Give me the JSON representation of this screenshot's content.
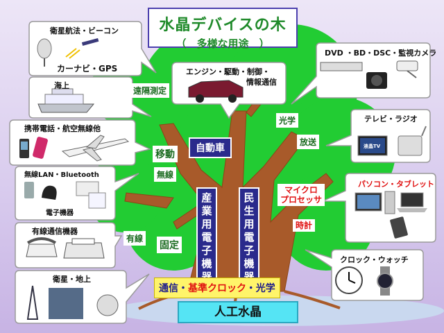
{
  "title": {
    "main": "水晶デバイスの木",
    "sub": "（　多様な用途　）"
  },
  "bubbles": {
    "satellite_nav": {
      "title": "衛星航法・ビーコン",
      "caption": "カーナビ・GPS"
    },
    "marine": {
      "title": "海上"
    },
    "mobile": {
      "title": "携帯電話・航空無線他"
    },
    "wireless_lan": {
      "title": "無線LAN・Bluetooth",
      "caption": "電子機器"
    },
    "wired_comm": {
      "title": "有線通信機器"
    },
    "satellite_ground": {
      "title": "衛星・地上"
    },
    "engine": {
      "line1": "エンジン・駆動・制御・",
      "line2": "情報通信"
    },
    "dvd": {
      "title": "DVD ・BD・DSC・監視カメラ"
    },
    "tv": {
      "title": "テレビ・ラジオ",
      "screen": "液晶TV"
    },
    "pc": {
      "title": "パソコン・タブレット"
    },
    "clock": {
      "title": "クロック・ウォッチ"
    }
  },
  "tree_labels": {
    "remote_sensing": "遠隔測定",
    "mobile": "移動",
    "wireless": "無線",
    "wired": "有線",
    "fixed": "固定",
    "optics": "光学",
    "broadcast": "放送",
    "microprocessor_1": "マイクロ",
    "microprocessor_2": "プロセッサ",
    "watch": "時計",
    "automobile": "自動車",
    "industrial": "産業用電子機器",
    "consumer": "民生用電子機器"
  },
  "foundation": {
    "part1": "通信・",
    "part2": "基準クロック",
    "part3": "・光学"
  },
  "root": "人工水晶",
  "colors": {
    "foliage": "#22cc33",
    "trunk": "#a85a2a",
    "navy": "#2a2a8c",
    "accent_red": "#e01010",
    "title_green": "#1f8a2a"
  }
}
